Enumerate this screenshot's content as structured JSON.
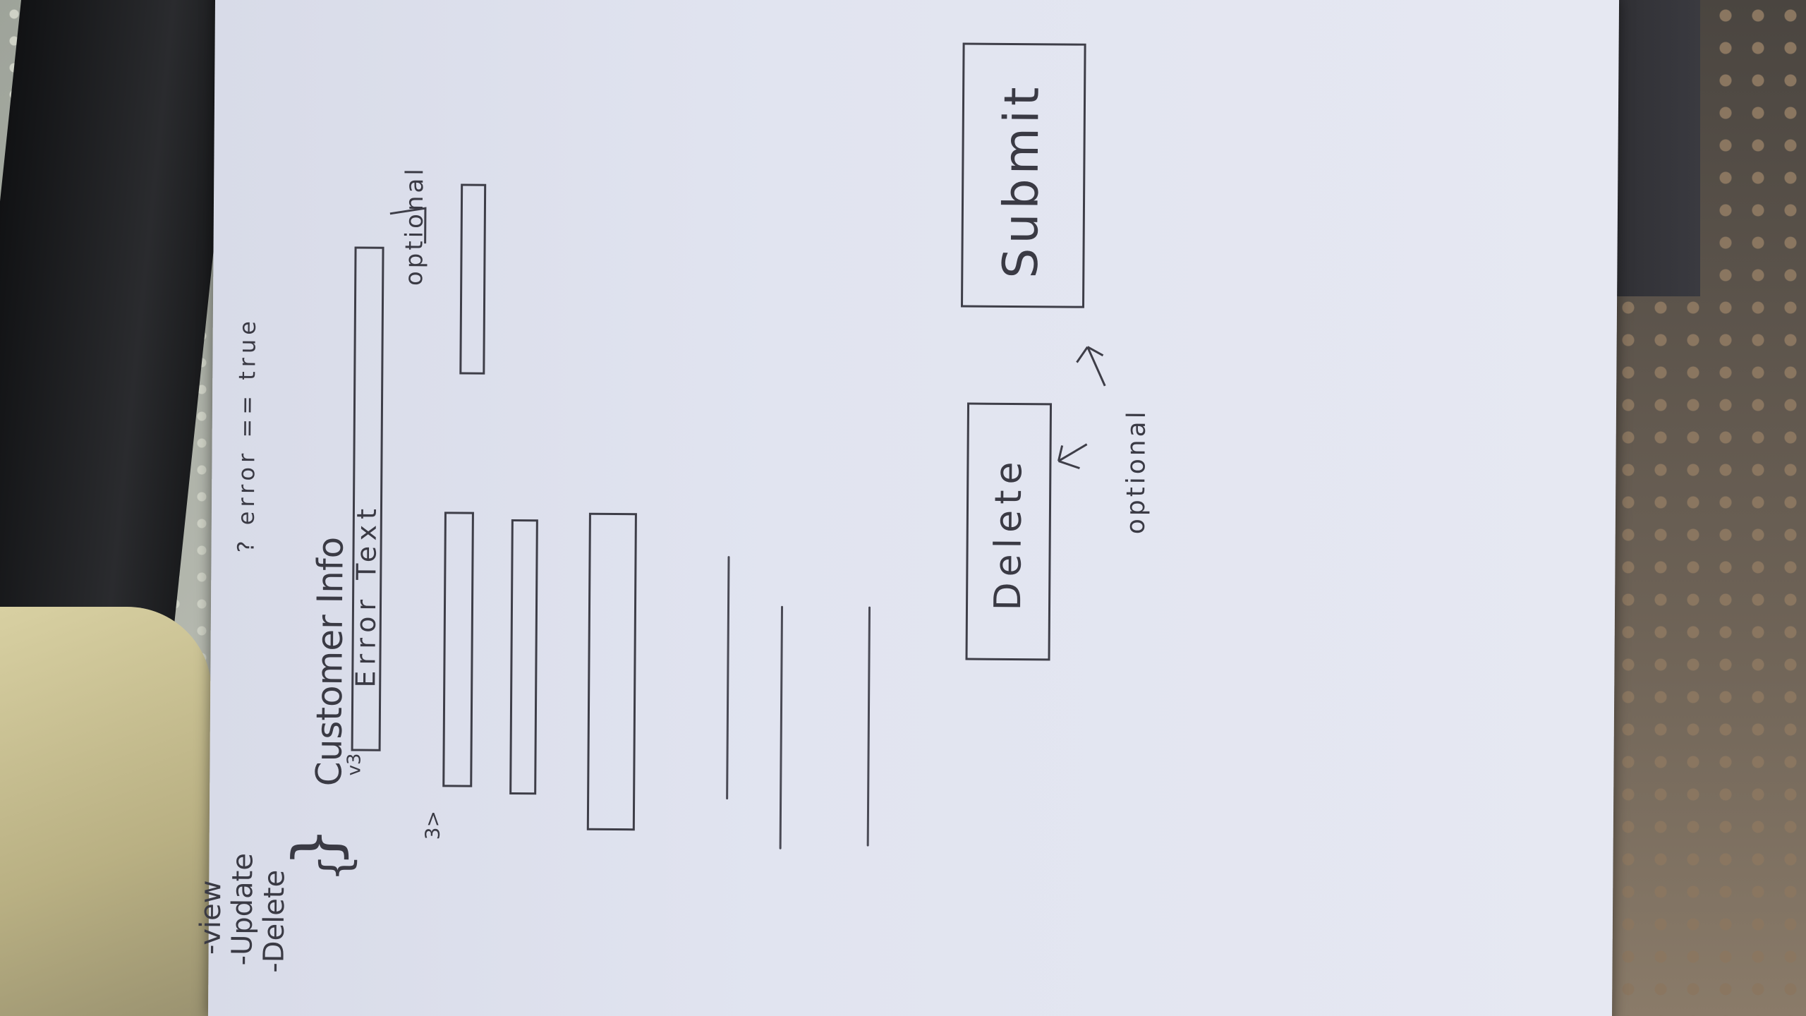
{
  "sketch": {
    "nav": [
      "-view",
      "-Update",
      "-Delete"
    ],
    "title": "Customer Info",
    "subtitle": "v3",
    "error_condition": "? error == true",
    "error_text": "Error Text",
    "optional_label_top": "optional",
    "optional_label_bottom": "optional",
    "marker": "3>",
    "buttons": {
      "delete": "Delete",
      "submit": "Submit"
    }
  }
}
